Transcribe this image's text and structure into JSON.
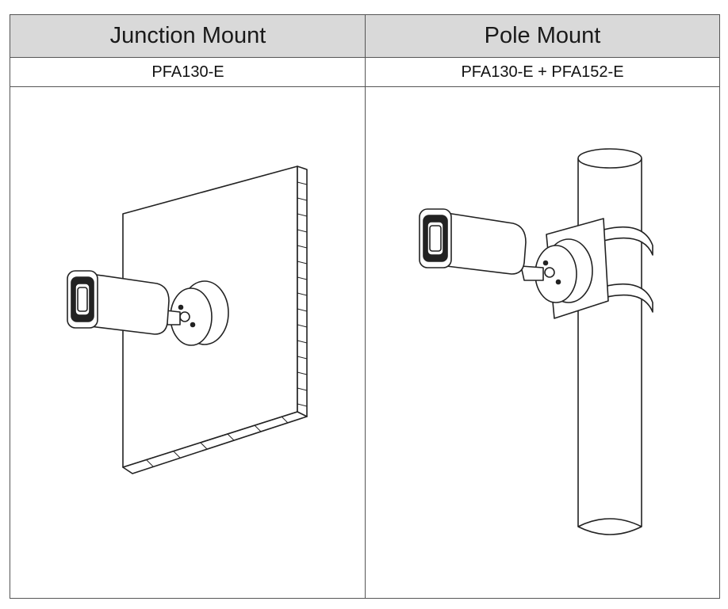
{
  "table": {
    "headers": [
      "Junction Mount",
      "Pole Mount"
    ],
    "accessories": [
      "PFA130-E",
      "PFA130-E + PFA152-E"
    ]
  },
  "illustrations": {
    "left": "camera-on-wall-junction-box",
    "right": "camera-on-pole-with-bracket"
  }
}
